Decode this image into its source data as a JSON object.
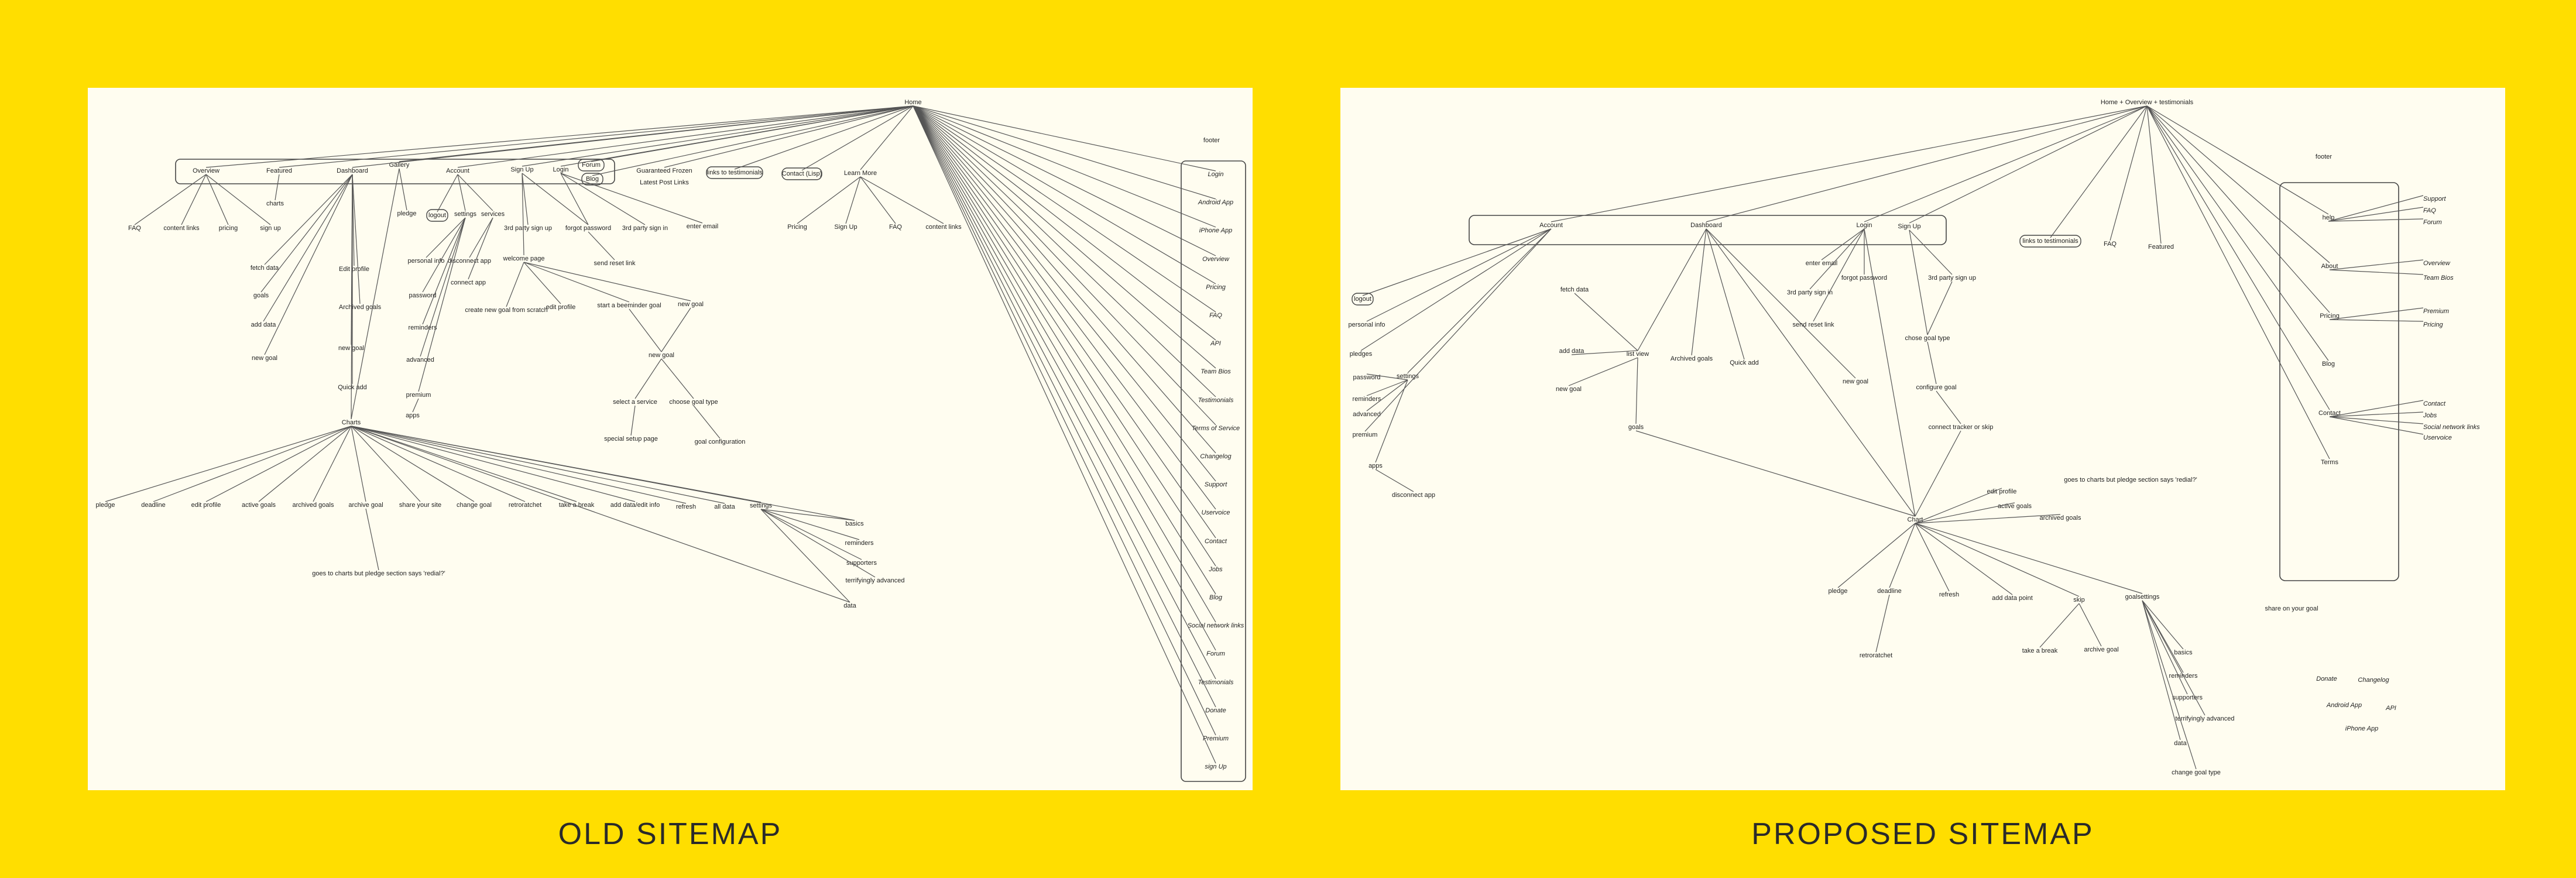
{
  "captions": {
    "old": "OLD SITEMAP",
    "proposed": "PROPOSED SITEMAP"
  },
  "old": {
    "home": "Home",
    "footer": "footer",
    "top": [
      "Overview",
      "Featured",
      "Dashboard",
      "Gallery",
      "Account",
      "Sign Up",
      "Login",
      "Guaranteed Frozen",
      "Learn More"
    ],
    "pills": [
      "Forum",
      "Blog",
      "links to testimonials",
      "Contact (Lisp)",
      "logout"
    ],
    "latest_posts": "Latest Post Links",
    "overview_children": [
      "FAQ",
      "content links",
      "pricing",
      "sign up"
    ],
    "featured_children": [
      "charts"
    ],
    "dashboard_children": [
      "fetch data",
      "goals",
      "add data",
      "new goal",
      "Edit profile",
      "Archived goals",
      "new goal",
      "Quick add"
    ],
    "gallery_children": [
      "pledge"
    ],
    "account_children": [
      "settings",
      "services",
      "personal info",
      "disconnect app",
      "connect app",
      "password",
      "reminders",
      "advanced",
      "premium",
      "apps"
    ],
    "signup_children": [
      "3rd party sign up",
      "welcome page",
      "create new goal from scratch",
      "edit profile"
    ],
    "login_children": [
      "forgot password",
      "3rd party sign in",
      "enter email",
      "send reset link"
    ],
    "learn_children": [
      "Pricing",
      "Sign Up",
      "FAQ",
      "content links"
    ],
    "goal_flow": [
      "start a beeminder goal",
      "new goal",
      "new goal",
      "select a service",
      "choose goal type",
      "special setup page",
      "goal configuration"
    ],
    "charts": "Charts",
    "charts_children": [
      "pledge",
      "deadline",
      "edit profile",
      "active goals",
      "archived goals",
      "archive goal",
      "share your site",
      "change goal",
      "retroratchet",
      "take a break",
      "add data/edit info",
      "refresh",
      "all data",
      "settings"
    ],
    "charts_settings_children": [
      "basics",
      "reminders",
      "supporters",
      "terrifyingly advanced",
      "data"
    ],
    "note": "goes to charts but pledge section says 'redial?'",
    "footer_items": [
      "Login",
      "Android App",
      "iPhone App",
      "Overview",
      "Pricing",
      "FAQ",
      "API",
      "Team Bios",
      "Testimonials",
      "Terms of Service",
      "Changelog",
      "Support",
      "Uservoice",
      "Contact",
      "Jobs",
      "Blog",
      "Social network links",
      "Forum",
      "Testimonials",
      "Donate",
      "Premium",
      "sign Up"
    ]
  },
  "proposed": {
    "home": "Home + Overview + testimonials",
    "footer": "footer",
    "top": [
      "Account",
      "Dashboard",
      "Login",
      "Sign Up"
    ],
    "pills": [
      "logout",
      "links to testimonials"
    ],
    "other_top": [
      "FAQ",
      "Featured"
    ],
    "account_children": [
      "personal info",
      "pledges",
      "settings",
      "password",
      "reminders",
      "advanced",
      "premium",
      "apps",
      "disconnect app"
    ],
    "dashboard_children": [
      "fetch data",
      "add data",
      "list view",
      "new goal",
      "goals",
      "Archived goals",
      "Quick add"
    ],
    "login_children": [
      "enter email",
      "forgot password",
      "3rd party sign in",
      "send reset link",
      "new goal"
    ],
    "signup_children": [
      "3rd party sign up",
      "chose goal type",
      "configure goal",
      "connect tracker or skip"
    ],
    "chart": "Chart",
    "chart_children": [
      "edit profile",
      "active goals",
      "archived goals",
      "pledge",
      "deadline",
      "refresh",
      "add  data point",
      "skip",
      "goalsettings",
      "retroratchet",
      "take a break",
      "archive goal"
    ],
    "goalsettings_children": [
      "basics",
      "reminders",
      "supporters",
      "terrifyingly advanced",
      "data",
      "change goal type"
    ],
    "note": "goes to charts but pledge section says 'redial?'",
    "share": "share on your goal",
    "footer_groups": [
      "help",
      "About",
      "Pricing",
      "Blog",
      "Contact",
      "Terms"
    ],
    "help_children": [
      "Support",
      "FAQ",
      "Forum"
    ],
    "about_children": [
      "Overview",
      "Team Bios"
    ],
    "pricing_children": [
      "Premium",
      "Pricing"
    ],
    "contact_children": [
      "Contact",
      "Jobs",
      "Social network links",
      "Uservoice"
    ],
    "misc": [
      "Donate",
      "Changelog",
      "Android App",
      "API",
      "iPhone App"
    ]
  }
}
